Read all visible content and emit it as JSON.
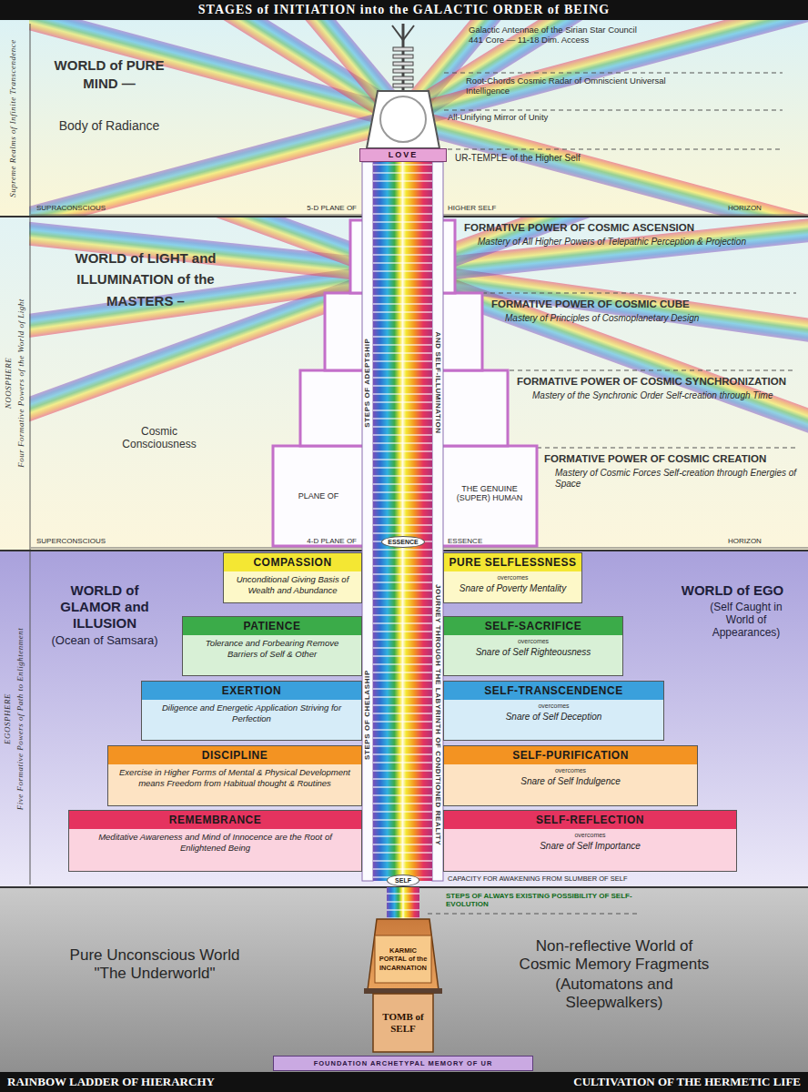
{
  "diagram": {
    "title": "STAGES of INITIATION into the GALACTIC ORDER of BEING",
    "nodes": [
      {
        "text": [
          "Supreme Realms of Infinite Transcendence"
        ]
      },
      {
        "text": [
          "LOVE"
        ],
        "in": 0
      },
      {
        "text": [
          "NOOSPHERE",
          "Four Formative Powers of the World of Light"
        ]
      },
      {
        "text": [
          "ESSENCE"
        ],
        "in": 2
      },
      {
        "text": [
          "EGOSPHERE",
          "Five Formative Powers of Path to Enlightenment"
        ]
      },
      {
        "text": [
          "COMPASSION",
          "Unconditional Giving Basis of Wealth and Abundance"
        ],
        "in": 4
      },
      {
        "text": [
          "PURE SELFLESSNESS",
          "overcomes",
          "Snare of Poverty Mentality"
        ],
        "in": 4
      },
      {
        "text": [
          "PATIENCE",
          "Tolerance and Forbearing Remove Barriers of Self & Other"
        ],
        "in": 4
      },
      {
        "text": [
          "SELF-SACRIFICE",
          "overcomes",
          "Snare of Self Righteousness"
        ],
        "in": 4
      },
      {
        "text": [
          "EXERTION",
          "Diligence and Energetic Application Striving for Perfection"
        ],
        "in": 4
      },
      {
        "text": [
          "SELF-TRANSCENDENCE",
          "overcomes",
          "Snare of Self Deception"
        ],
        "in": 4
      },
      {
        "text": [
          "DISCIPLINE",
          "Exercise in Higher Forms of Mental & Physical Development means Freedom from Habitual thought & Routines"
        ],
        "in": 4
      },
      {
        "text": [
          "SELF-PURIFICATION",
          "overcomes",
          "Snare of Self Indulgence"
        ],
        "in": 4
      },
      {
        "text": [
          "REMEMBRANCE",
          "Meditative Awareness and Mind of Innocence are the Root of Enlightened Being"
        ],
        "in": 4
      },
      {
        "text": [
          "SELF-REFLECTION",
          "overcomes",
          "Snare of Self Importance"
        ],
        "in": 4
      },
      {
        "text": [
          "SELF"
        ],
        "in": 4
      },
      {
        "text": [
          "KARMIC PORTAL of the INCARNATION"
        ]
      },
      {
        "text": [
          "TOMB of SELF"
        ]
      },
      {
        "text": [
          "FOUNDATION ARCHETYPAL MEMORY OF UR"
        ]
      }
    ],
    "labels": [
      "WORLD of PURE MIND —",
      "Body of Radiance",
      "Galactic Antennae of the Sirian Star Council 441 Core — 11-18 Dim. Access",
      "Root-Chords Cosmic Radar of Omniscient Universal Intelligence",
      "All-Unifying Mirror of Unity",
      "UR-TEMPLE of the Higher Self",
      "SUPRACONSCIOUS",
      "5-D PLANE OF",
      "HIGHER SELF",
      "HORIZON",
      "WORLD of LIGHT and ILLUMINATION of the MASTERS –",
      "Cosmic Consciousness",
      "FORMATIVE POWER OF COSMIC ASCENSION",
      "Mastery of All Higher Powers of Telepathic Perception & Projection",
      "FORMATIVE POWER OF COSMIC CUBE",
      "Mastery of Principles of Cosmoplanetary Design",
      "FORMATIVE POWER OF COSMIC SYNCHRONIZATION",
      "Mastery of the Synchronic Order Self-creation through Time",
      "FORMATIVE POWER OF COSMIC CREATION",
      "Mastery of Cosmic Forces Self-creation through Energies of Space",
      "PLANE OF",
      "THE GENUINE (SUPER) HUMAN",
      "STEPS OF ADEPTSHIP",
      "AND SELF-ILLUMINATION",
      "SUPERCONSCIOUS",
      "4-D PLANE OF",
      "ESSENCE",
      "HORIZON",
      "WORLD of GLAMOR and ILLUSION",
      "(Ocean of Samsara)",
      "WORLD of EGO",
      "(Self Caught in World of Appearances)",
      "STEPS OF CHELASHIP",
      "JOURNEY THROUGH THE LABYRINTH OF CONDITIONED REALITY",
      "CAPACITY FOR AWAKENING FROM SLUMBER OF SELF",
      "STEPS OF ALWAYS EXISTING POSSIBILITY OF SELF-EVOLUTION",
      "Pure Unconscious World \"The Underworld\"",
      "Non-reflective World of Cosmic Memory Fragments",
      "(Automatons and Sleepwalkers)",
      "RAINBOW LADDER OF HIERARCHY",
      "CULTIVATION OF THE HERMETIC LIFE"
    ]
  }
}
